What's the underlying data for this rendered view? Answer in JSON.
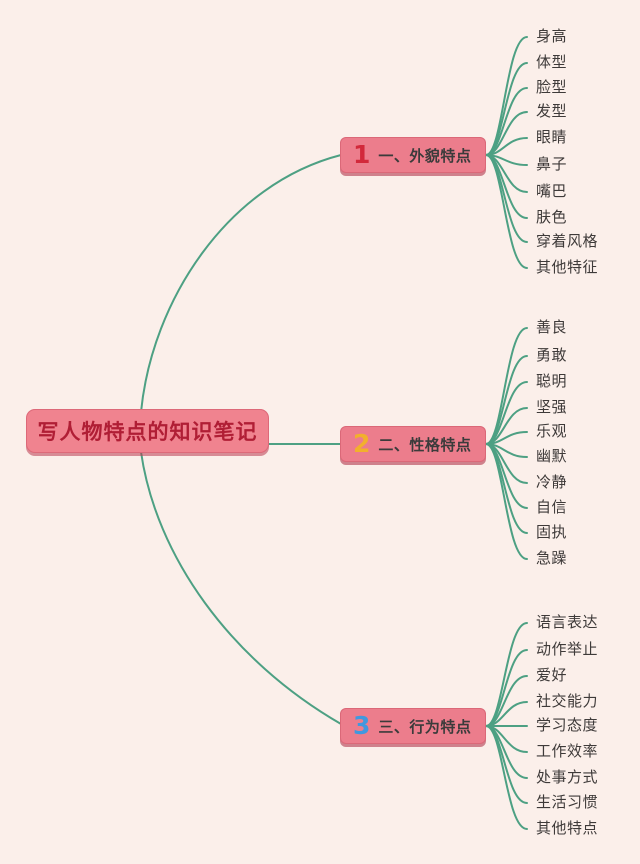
{
  "title": "写人物特点的知识笔记",
  "colors": {
    "background": "#FBEFEA",
    "node_fill": "#EC7D8C",
    "root_fill": "#F0838F",
    "node_shadow": "#B2374D",
    "root_text": "#B01E35",
    "branch_text": "#3B3B3B",
    "leaf_text": "#3E3A39",
    "line": "#4DA083",
    "number_1": "#D2293B",
    "number_2": "#F2B02C",
    "number_3": "#4098DF"
  },
  "root": {
    "label": "写人物特点的知识笔记"
  },
  "branches": [
    {
      "number": "1",
      "label": "一、外貌特点",
      "leaves": [
        "身高",
        "体型",
        "脸型",
        "发型",
        "眼睛",
        "鼻子",
        "嘴巴",
        "肤色",
        "穿着风格",
        "其他特征"
      ]
    },
    {
      "number": "2",
      "label": "二、性格特点",
      "leaves": [
        "善良",
        "勇敢",
        "聪明",
        "坚强",
        "乐观",
        "幽默",
        "冷静",
        "自信",
        "固执",
        "急躁"
      ]
    },
    {
      "number": "3",
      "label": "三、行为特点",
      "leaves": [
        "语言表达",
        "动作举止",
        "爱好",
        "社交能力",
        "学习态度",
        "工作效率",
        "处事方式",
        "生活习惯",
        "其他特点"
      ]
    }
  ]
}
